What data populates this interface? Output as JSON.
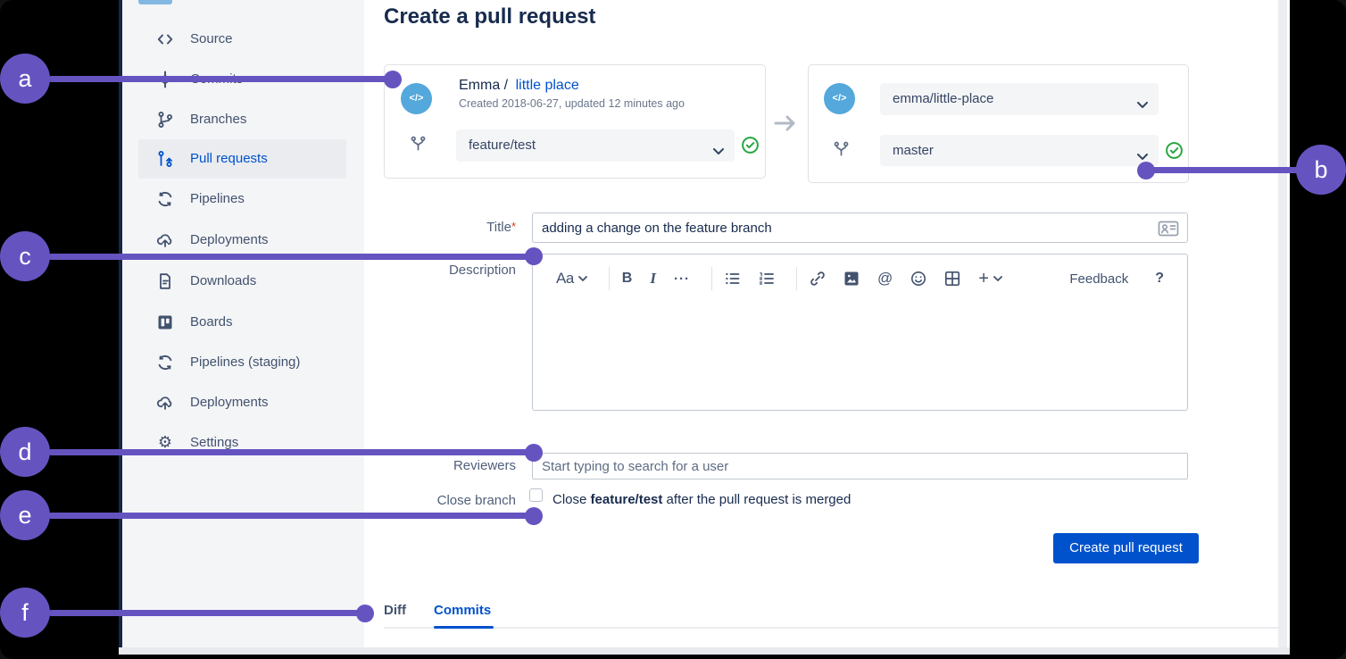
{
  "header": {
    "title": "Create a pull request"
  },
  "sidebar": {
    "items": [
      {
        "label": "Source",
        "icon": "code-icon",
        "selected": false
      },
      {
        "label": "Commits",
        "icon": "commit-icon",
        "selected": false
      },
      {
        "label": "Branches",
        "icon": "branch-icon",
        "selected": false
      },
      {
        "label": "Pull requests",
        "icon": "pull-request-icon",
        "selected": true
      },
      {
        "label": "Pipelines",
        "icon": "pipelines-icon",
        "selected": false
      },
      {
        "label": "Deployments",
        "icon": "cloud-upload-icon",
        "selected": false
      },
      {
        "label": "Downloads",
        "icon": "document-icon",
        "selected": false
      },
      {
        "label": "Boards",
        "icon": "board-icon",
        "selected": false
      },
      {
        "label": "Pipelines (staging)",
        "icon": "pipelines-icon",
        "selected": false
      },
      {
        "label": "Deployments",
        "icon": "cloud-upload-icon",
        "selected": false
      },
      {
        "label": "Settings",
        "icon": "gear-icon",
        "selected": false
      }
    ]
  },
  "source_card": {
    "owner": "Emma /",
    "repo_link": "little place",
    "meta": "Created 2018-06-27, updated 12 minutes ago",
    "branch": "feature/test",
    "avatar_glyph": "</>",
    "status": "ok"
  },
  "dest_card": {
    "repo_select": "emma/little-place",
    "branch": "master",
    "avatar_glyph": "</>",
    "status": "ok"
  },
  "form": {
    "title_label": "Title",
    "title_required_mark": "*",
    "title_value": "adding a change on the feature branch",
    "description_label": "Description",
    "reviewers_label": "Reviewers",
    "reviewers_placeholder": "Start typing to search for a user",
    "close_branch_label": "Close branch",
    "close_text_pre": "Close ",
    "close_text_bold": "feature/test",
    "close_text_post": " after the pull request is merged",
    "submit_label": "Create pull request"
  },
  "editor": {
    "toolbar": {
      "text_style": "Aa",
      "bold": "B",
      "italic": "I",
      "more": "···",
      "mention": "@",
      "plus": "+",
      "icons": [
        "bullet-list-icon",
        "numbered-list-icon",
        "link-icon",
        "image-icon",
        "mention-icon",
        "emoji-icon",
        "table-icon",
        "insert-icon"
      ]
    },
    "feedback_label": "Feedback",
    "help_label": "?"
  },
  "tabs": [
    {
      "label": "Diff",
      "active": false
    },
    {
      "label": "Commits",
      "active": true
    }
  ],
  "annotations": {
    "color": "#6554C0",
    "items": [
      {
        "letter": "a"
      },
      {
        "letter": "b"
      },
      {
        "letter": "c"
      },
      {
        "letter": "d"
      },
      {
        "letter": "e"
      },
      {
        "letter": "f"
      }
    ]
  },
  "colors": {
    "accent_blue": "#0052CC",
    "annotation_purple": "#6554C0",
    "success_green": "#27A641",
    "avatar_blue": "#54A8DB",
    "heading_navy": "#172B4D"
  }
}
